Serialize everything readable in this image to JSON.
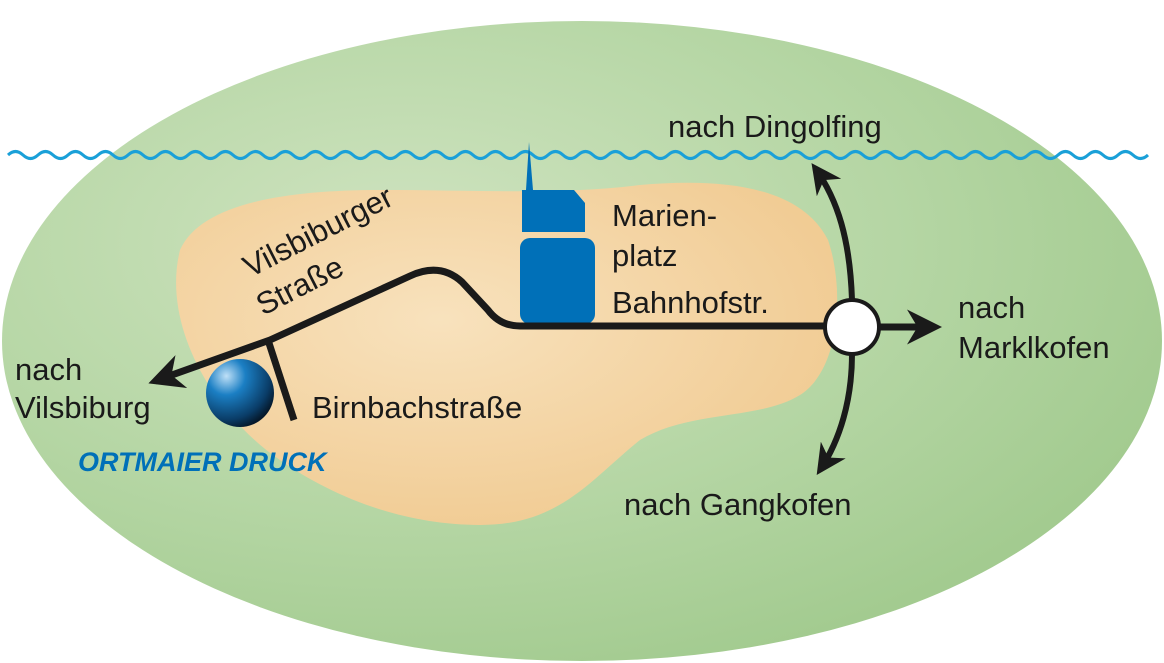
{
  "map": {
    "labels": {
      "dingolfing": "nach Dingolfing",
      "marien_line1": "Marien-",
      "marien_line2": "platz",
      "bahnhofstr": "Bahnhofstr.",
      "marklkofen_line1": "nach",
      "marklkofen_line2": "Marklkofen",
      "gangkofen": "nach Gangkofen",
      "vilsbiburg_line1": "nach",
      "vilsbiburg_line2": "Vilsbiburg",
      "birnbach": "Birnbachstraße",
      "vilsbiburger_line1": "Vilsbiburger",
      "vilsbiburger_line2": "Straße",
      "company": "ORTMAIER DRUCK"
    },
    "colors": {
      "outer_area": "#a9cf98",
      "town_area": "#f3cf98",
      "river": "#1aa0d8",
      "brand": "#0070b8",
      "road": "#1a1a1a"
    }
  }
}
